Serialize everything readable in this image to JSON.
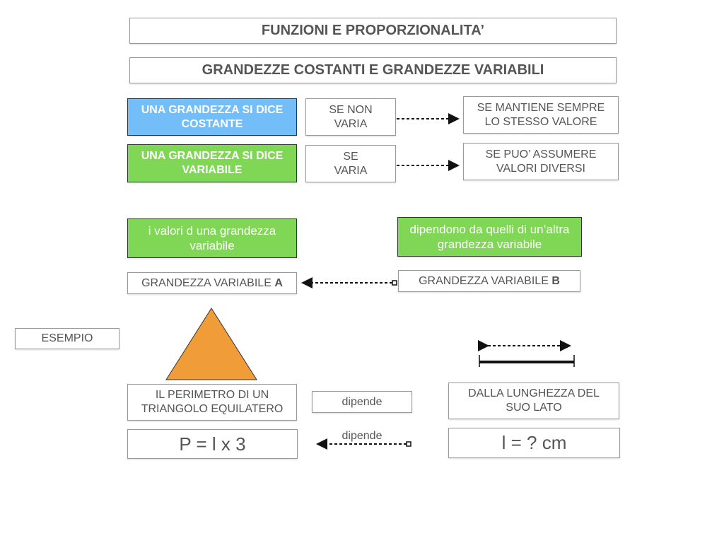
{
  "titles": {
    "main": "FUNZIONI E PROPORZIONALITA’",
    "sub": "GRANDEZZE COSTANTI E GRANDEZZE VARIABILI"
  },
  "rows": [
    {
      "label": "UNA GRANDEZZA SI DICE COSTANTE",
      "condition": "SE NON VARIA",
      "result": "SE MANTIENE SEMPRE LO STESSO VALORE"
    },
    {
      "label": "UNA GRANDEZZA SI DICE VARIABILE",
      "condition": "SE VARIA",
      "result": "SE PUO’ ASSUMERE VALORI DIVERSI"
    }
  ],
  "dependency": {
    "left_text": "i valori d una grandezza variabile",
    "right_text": "dipendono da quelli di un’altra grandezza variabile",
    "var_a_prefix": "GRANDEZZA VARIABILE ",
    "var_a_letter": "A",
    "var_b_prefix": "GRANDEZZA VARIABILE ",
    "var_b_letter": "B"
  },
  "example": {
    "label": "ESEMPIO",
    "left": "IL PERIMETRO DI UN TRIANGOLO EQUILATERO",
    "middle": "dipende",
    "right": "DALLA LUNGHEZZA DEL SUO LATO",
    "formula_left": "P = l x 3",
    "formula_mid": "dipende",
    "formula_right": "l = ? cm"
  },
  "colors": {
    "blue": "#73bef8",
    "green": "#80d655",
    "orange": "#f09c38"
  }
}
